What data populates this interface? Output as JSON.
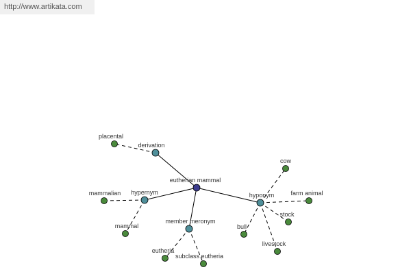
{
  "header": {
    "url": "http://www.artikata.com"
  },
  "graph": {
    "colors": {
      "root": "#3d3d8f",
      "relation": "#4f8f9a",
      "word": "#4a8a3c",
      "edge": "#000000"
    },
    "nodes": [
      {
        "id": "eutherian-mammal",
        "label": "eutherian mammal",
        "kind": "root"
      },
      {
        "id": "derivation",
        "label": "derivation",
        "kind": "relation"
      },
      {
        "id": "hypernym",
        "label": "hypernym",
        "kind": "relation"
      },
      {
        "id": "member-meronym",
        "label": "member meronym",
        "kind": "relation"
      },
      {
        "id": "hyponym",
        "label": "hyponym",
        "kind": "relation"
      },
      {
        "id": "placental",
        "label": "placental",
        "kind": "word"
      },
      {
        "id": "mammalian",
        "label": "mammalian",
        "kind": "word"
      },
      {
        "id": "mammal",
        "label": "mammal",
        "kind": "word"
      },
      {
        "id": "eutheria",
        "label": "eutheria",
        "kind": "word"
      },
      {
        "id": "subclass-eutheria",
        "label": "subclass eutheria",
        "kind": "word"
      },
      {
        "id": "cow",
        "label": "cow",
        "kind": "word"
      },
      {
        "id": "farm-animal",
        "label": "farm animal",
        "kind": "word"
      },
      {
        "id": "stock",
        "label": "stock",
        "kind": "word"
      },
      {
        "id": "bull",
        "label": "bull",
        "kind": "word"
      },
      {
        "id": "livestock",
        "label": "livestock",
        "kind": "word"
      }
    ],
    "edges": [
      {
        "from": "eutherian-mammal",
        "to": "derivation",
        "style": "solid"
      },
      {
        "from": "eutherian-mammal",
        "to": "hypernym",
        "style": "solid"
      },
      {
        "from": "eutherian-mammal",
        "to": "member-meronym",
        "style": "solid"
      },
      {
        "from": "eutherian-mammal",
        "to": "hyponym",
        "style": "solid"
      },
      {
        "from": "derivation",
        "to": "placental",
        "style": "dashed"
      },
      {
        "from": "hypernym",
        "to": "mammalian",
        "style": "dashed"
      },
      {
        "from": "hypernym",
        "to": "mammal",
        "style": "dashed"
      },
      {
        "from": "member-meronym",
        "to": "eutheria",
        "style": "dashed"
      },
      {
        "from": "member-meronym",
        "to": "subclass-eutheria",
        "style": "dashed"
      },
      {
        "from": "hyponym",
        "to": "cow",
        "style": "dashed"
      },
      {
        "from": "hyponym",
        "to": "farm-animal",
        "style": "dashed"
      },
      {
        "from": "hyponym",
        "to": "stock",
        "style": "dashed"
      },
      {
        "from": "hyponym",
        "to": "bull",
        "style": "dashed"
      },
      {
        "from": "hyponym",
        "to": "livestock",
        "style": "dashed"
      }
    ]
  }
}
